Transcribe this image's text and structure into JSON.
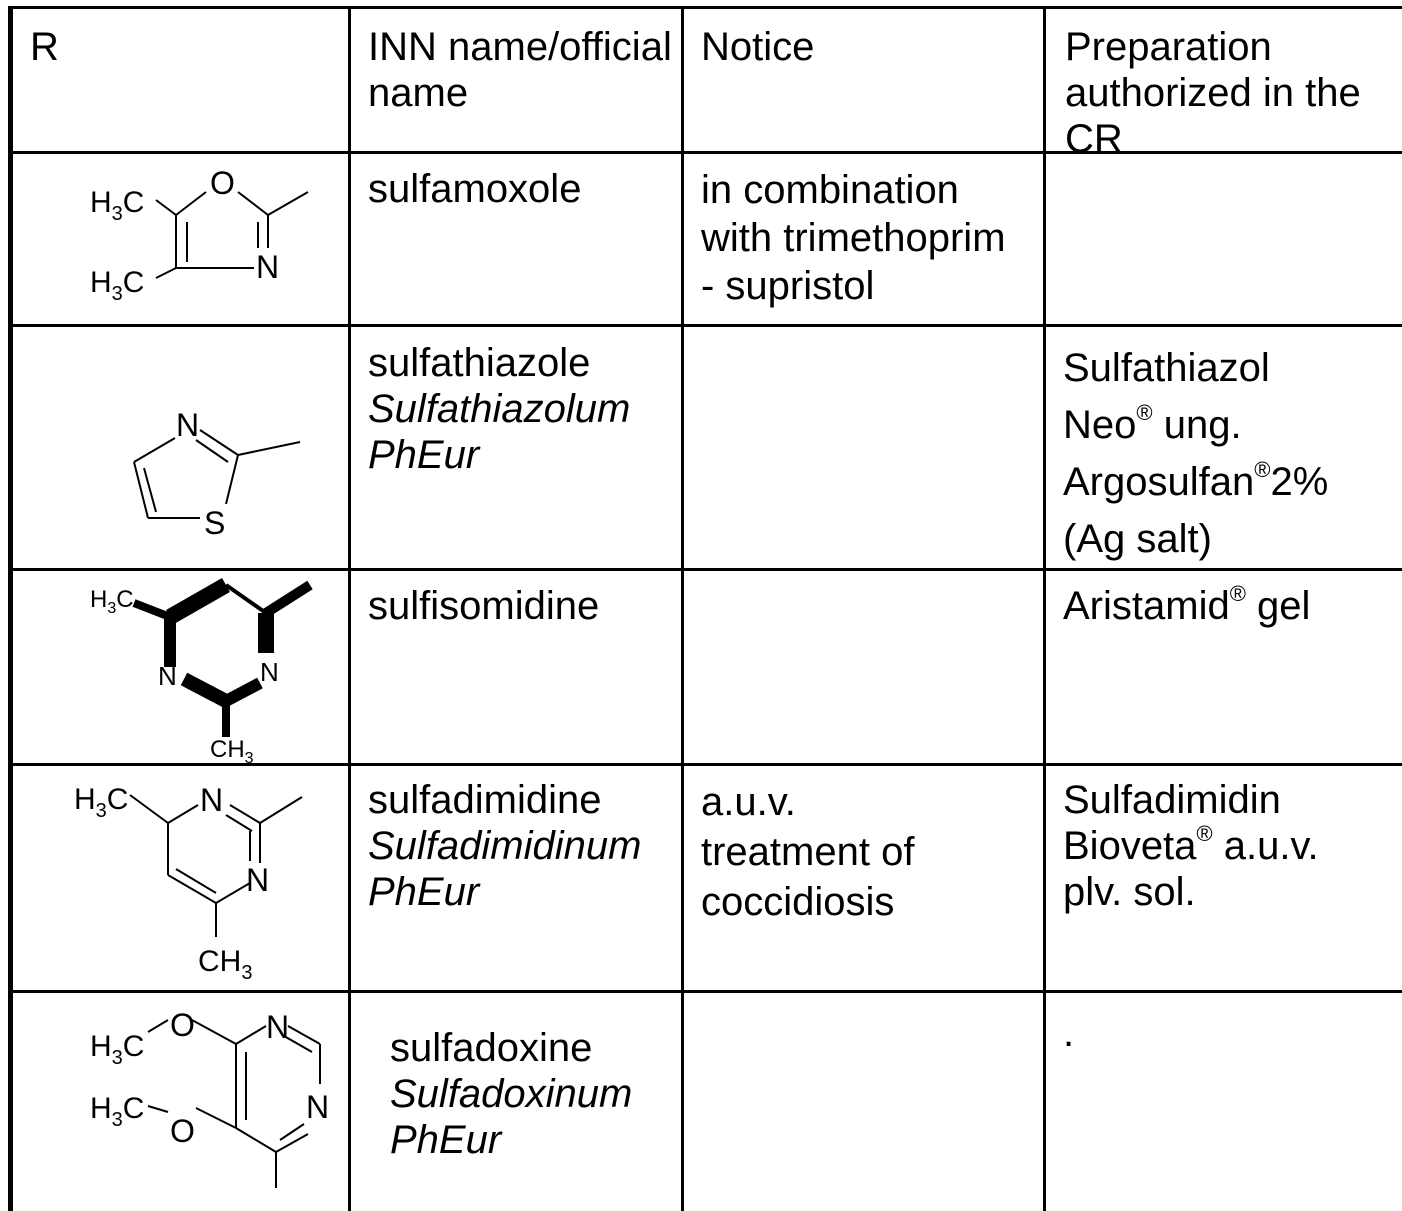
{
  "header": {
    "r": "R",
    "inn_line1": "INN name/official",
    "inn_line2": "name",
    "notice": "Notice",
    "prep_line1": "Preparation",
    "prep_line2": "authorized in the",
    "prep_line3": "CR"
  },
  "rows": [
    {
      "structure": {
        "a": "H",
        "a_sub": "3",
        "a_tail": "C",
        "b": "H",
        "b_sub": "3",
        "b_tail": "C",
        "o": "O",
        "n": "N"
      },
      "inn": [
        "sulfamoxole"
      ],
      "notice": [
        "in combination",
        "with trimethoprim",
        "- supristol"
      ],
      "preparation": []
    },
    {
      "structure": {
        "n": "N",
        "s": "S"
      },
      "inn": [
        "sulfathiazole",
        "Sulfathiazolum",
        "PhEur"
      ],
      "notice": [],
      "preparation": [
        {
          "text": "Sulfathiazol"
        },
        {
          "text": "Neo",
          "mark": "®",
          "rest": " ung."
        },
        {
          "text": "Argosulfan",
          "mark": "®",
          "rest": "2%"
        },
        {
          "text": "(Ag salt)"
        }
      ]
    },
    {
      "structure": {
        "a": "H",
        "a_sub": "3",
        "a_tail": "C",
        "n1": "N",
        "n2": "N",
        "c": "CH",
        "c_sub": "3"
      },
      "inn": [
        "sulfisomidine"
      ],
      "notice": [],
      "preparation": [
        {
          "text": "Aristamid",
          "mark": "®",
          "rest": " gel"
        }
      ]
    },
    {
      "structure": {
        "a": "H",
        "a_sub": "3",
        "a_tail": "C",
        "n1": "N",
        "n2": "N",
        "c": "CH",
        "c_sub": "3"
      },
      "inn": [
        "sulfadimidine",
        "Sulfadimidinum",
        "PhEur"
      ],
      "notice": [
        "a.u.v.",
        "treatment of",
        "coccidiosis"
      ],
      "preparation": [
        {
          "text": "Sulfadimidin"
        },
        {
          "text": "Bioveta",
          "mark": "®",
          "rest": " a.u.v."
        },
        {
          "text": "plv. sol."
        }
      ]
    },
    {
      "structure": {
        "a": "H",
        "a_sub": "3",
        "a_tail": "C",
        "o1": "O",
        "b": "H",
        "b_sub": "3",
        "b_tail": "C",
        "o2": "O",
        "n1": "N",
        "n2": "N"
      },
      "inn": [
        "sulfadoxine",
        "Sulfadoxinum",
        "PhEur"
      ],
      "notice": [],
      "preparation": [
        {
          "text": "."
        }
      ]
    }
  ]
}
